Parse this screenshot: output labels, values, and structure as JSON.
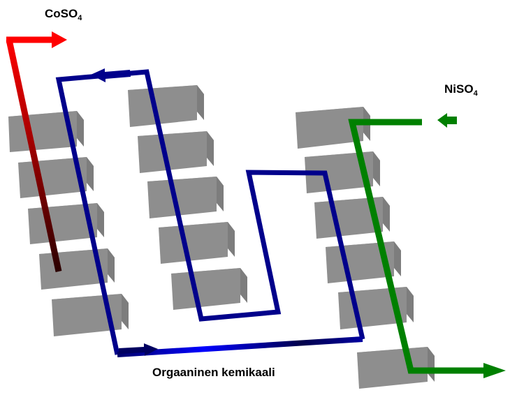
{
  "labels": {
    "coso4": {
      "main": "CoSO",
      "sub": "4"
    },
    "niso4": {
      "main": "NiSO",
      "sub": "4"
    },
    "organic": "Orgaaninen kemikaali"
  },
  "colors": {
    "box_top": "#aaaaaa",
    "box_front": "#8e8e8e",
    "box_side": "#7d7d7d",
    "coso4_stream": "#ff0000",
    "coso4_stream_end": "#330000",
    "niso4_stream": "#008000",
    "organic_stream": "#00008b",
    "organic_stream_light": "#0000ff",
    "organic_stream_dark": "#00004a"
  }
}
